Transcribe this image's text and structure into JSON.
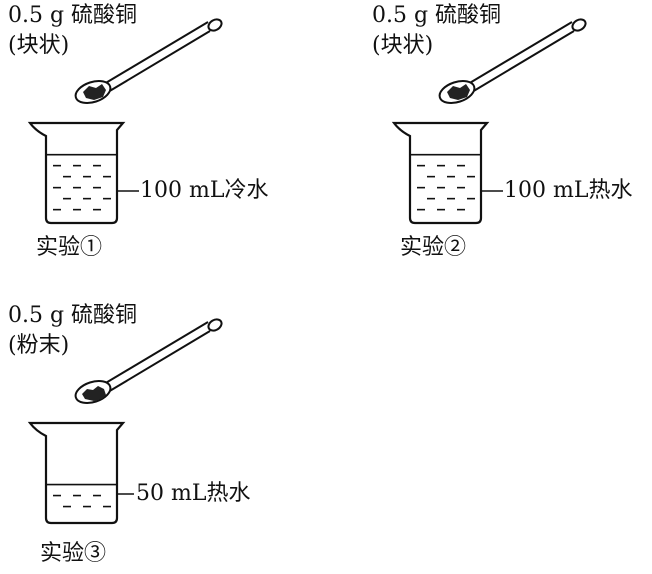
{
  "experiments": [
    {
      "reagent": "0.5 g 硫酸铜",
      "form": "(块状)",
      "water": "100 mL冷水",
      "label": "实验①",
      "water_level": 0.72
    },
    {
      "reagent": "0.5 g 硫酸铜",
      "form": "(块状)",
      "water": "100 mL热水",
      "label": "实验②",
      "water_level": 0.72
    },
    {
      "reagent": "0.5 g 硫酸铜",
      "form": "(粉末)",
      "water": "50 mL热水",
      "label": "实验③",
      "water_level": 0.38
    }
  ],
  "colors": {
    "ink": "#111111",
    "background": "#ffffff"
  }
}
